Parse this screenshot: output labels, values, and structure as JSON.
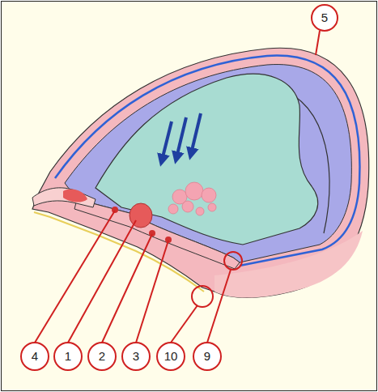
{
  "diagram": {
    "labels": [
      "5",
      "4",
      "1",
      "2",
      "3",
      "10",
      "9"
    ]
  }
}
